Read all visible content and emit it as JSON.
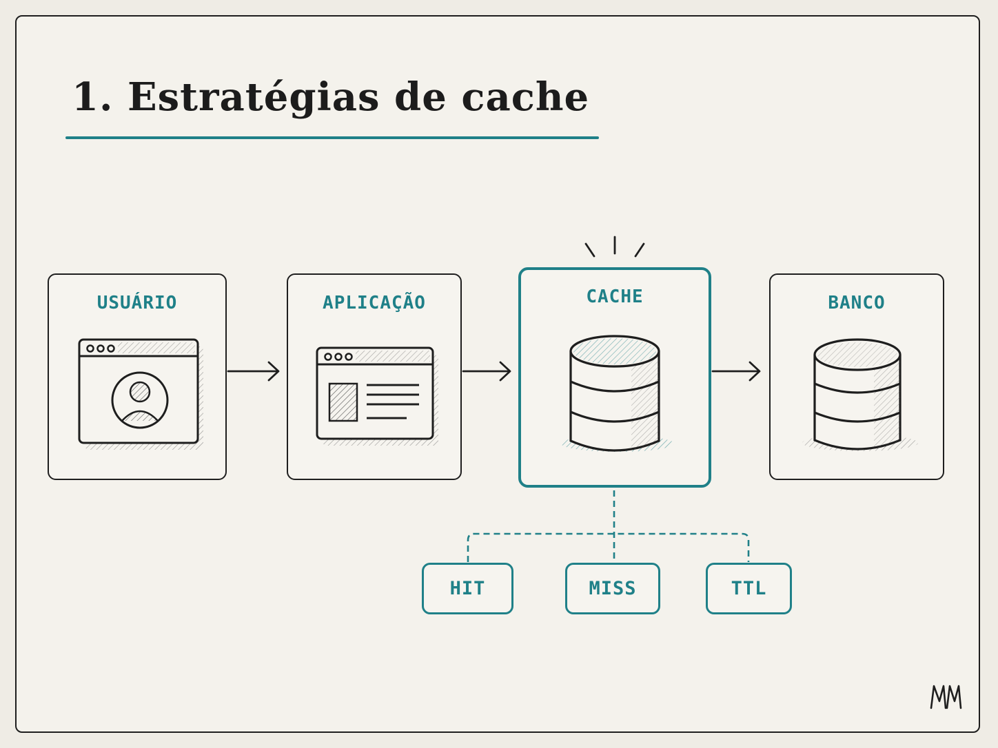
{
  "title": "1. Estratégias de cache",
  "colors": {
    "accent": "#1f8088",
    "ink": "#1e1e1e",
    "paper": "#efece5"
  },
  "nodes": [
    {
      "label": "USUÁRIO",
      "icon": "user-browser-window-icon"
    },
    {
      "label": "APLICAÇÃO",
      "icon": "app-window-icon"
    },
    {
      "label": "CACHE",
      "icon": "database-icon",
      "highlighted": true
    },
    {
      "label": "BANCO",
      "icon": "database-icon"
    }
  ],
  "cache_outcomes": [
    {
      "label": "HIT"
    },
    {
      "label": "MISS"
    },
    {
      "label": "TTL"
    }
  ],
  "signature": "MM"
}
